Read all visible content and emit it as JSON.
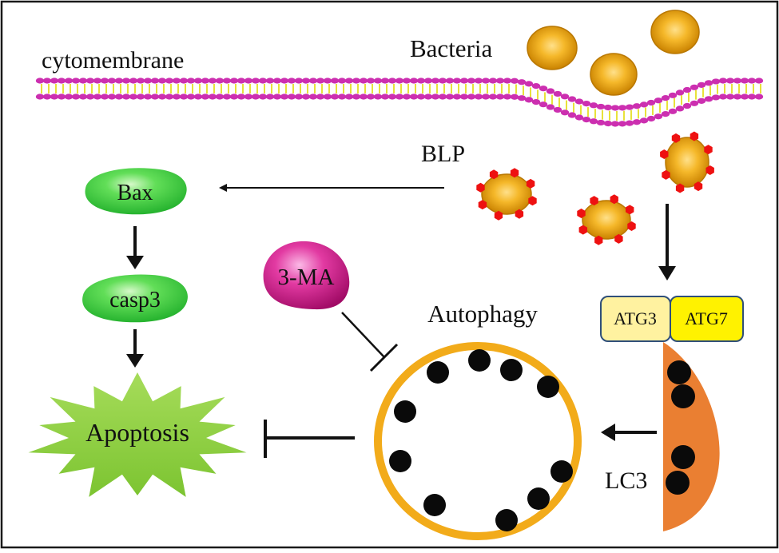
{
  "labels": {
    "cytomembrane": "cytomembrane",
    "bacteria": "Bacteria",
    "blp": "BLP",
    "bax": "Bax",
    "casp3": "casp3",
    "apoptosis": "Apoptosis",
    "inhibitor": "3-MA",
    "autophagy": "Autophagy",
    "atg3": "ATG3",
    "atg7": "ATG7",
    "lc3": "LC3"
  },
  "colors": {
    "frame": "#1a1a1a",
    "membrane_head": "#cc2fb0",
    "membrane_tail": "#e8e23a",
    "bacteria_fill": "#f0a818",
    "bacteria_center": "#ffe08a",
    "blp_dot": "#ee1111",
    "protein_green": "#2fcc3a",
    "protein_green_light": "#c8f7b8",
    "apoptosis_star": "#8fd13f",
    "inhibitor_magenta": "#d81a8c",
    "inhibitor_light": "#f7a6dd",
    "autophagosome_ring": "#f2ab1a",
    "granule": "#0a0a0a",
    "atg3_fill": "#fff2a0",
    "atg7_fill": "#fff200",
    "atg_border": "#2f4f7a",
    "lc3_crescent": "#ea7f32",
    "arrow": "#111111"
  },
  "icons": {
    "bacterium": "bacterium-icon",
    "blp_bacterium": "lipoprotein-bacterium-icon",
    "granule": "granule-icon"
  }
}
